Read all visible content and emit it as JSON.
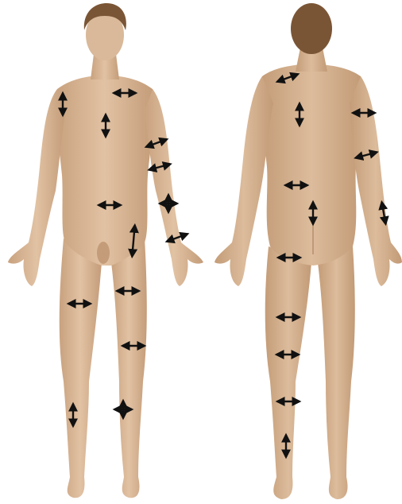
{
  "figures": [
    {
      "view": "front",
      "skin_color": "#d6b494",
      "hair_color": "#7a5535"
    },
    {
      "view": "back",
      "skin_color": "#d4b090",
      "hair_color": "#7a5535"
    }
  ],
  "arrow_color": "#111111",
  "markers": {
    "front": [
      {
        "id": "left-shoulder",
        "orientation": "vertical"
      },
      {
        "id": "chest",
        "orientation": "horizontal"
      },
      {
        "id": "sternum",
        "orientation": "vertical"
      },
      {
        "id": "upper-arm-1",
        "orientation": "horizontal"
      },
      {
        "id": "upper-arm-2",
        "orientation": "horizontal"
      },
      {
        "id": "forearm-cross",
        "orientation": "cross"
      },
      {
        "id": "wrist",
        "orientation": "horizontal"
      },
      {
        "id": "abdomen",
        "orientation": "horizontal"
      },
      {
        "id": "groin",
        "orientation": "diagonal"
      },
      {
        "id": "right-thigh",
        "orientation": "horizontal"
      },
      {
        "id": "left-thigh",
        "orientation": "horizontal"
      },
      {
        "id": "left-knee",
        "orientation": "horizontal"
      },
      {
        "id": "right-shin",
        "orientation": "vertical"
      },
      {
        "id": "left-shin-cross",
        "orientation": "cross"
      }
    ],
    "back": [
      {
        "id": "neck",
        "orientation": "horizontal"
      },
      {
        "id": "upper-back",
        "orientation": "vertical"
      },
      {
        "id": "shoulder",
        "orientation": "horizontal"
      },
      {
        "id": "upper-arm",
        "orientation": "horizontal"
      },
      {
        "id": "lower-back",
        "orientation": "horizontal"
      },
      {
        "id": "sacrum",
        "orientation": "vertical"
      },
      {
        "id": "forearm",
        "orientation": "vertical"
      },
      {
        "id": "upper-thigh",
        "orientation": "horizontal"
      },
      {
        "id": "mid-thigh",
        "orientation": "horizontal"
      },
      {
        "id": "knee",
        "orientation": "horizontal"
      },
      {
        "id": "calf",
        "orientation": "horizontal"
      },
      {
        "id": "ankle",
        "orientation": "vertical"
      }
    ]
  }
}
